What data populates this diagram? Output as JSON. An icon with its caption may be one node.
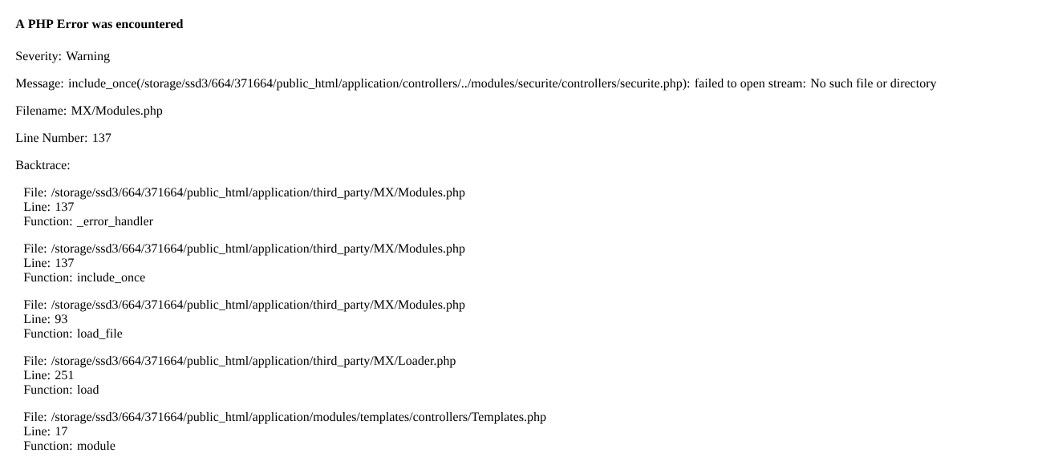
{
  "diagram": {
    "title": "A PHP Error was encountered",
    "labels": [
      "Severity: Warning",
      "Message: include_once(/storage/ssd3/664/371664/public_html/application/controllers/../modules/securite/controllers/securite.php): failed to open stream: No such file or directory",
      "Filename: MX/Modules.php",
      "Line Number: 137",
      "Backtrace:",
      "File: /storage/ssd3/664/371664/public_html/application/third_party/MX/Modules.php",
      "Line: 137",
      "Function: _error_handler",
      "File: /storage/ssd3/664/371664/public_html/application/third_party/MX/Modules.php",
      "Line: 137",
      "Function: include_once",
      "File: /storage/ssd3/664/371664/public_html/application/third_party/MX/Modules.php",
      "Line: 93",
      "Function: load_file",
      "File: /storage/ssd3/664/371664/public_html/application/third_party/MX/Loader.php",
      "Line: 251",
      "Function: load",
      "File: /storage/ssd3/664/371664/public_html/application/modules/templates/controllers/Templates.php",
      "Line: 17",
      "Function: module"
    ]
  }
}
